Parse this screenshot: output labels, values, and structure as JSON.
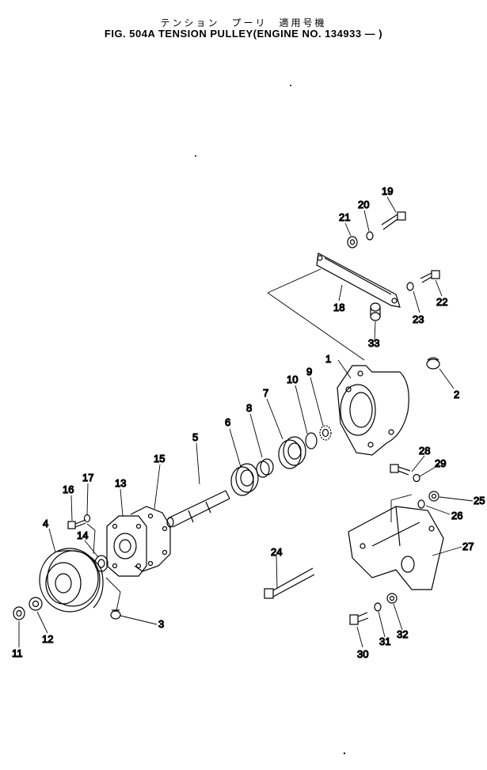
{
  "title_jp": "テンション　プーリ　適用号機",
  "title_en": "FIG. 504A  TENSION PULLEY(ENGINE NO. 134933 — )",
  "callouts": [
    "1",
    "2",
    "3",
    "4",
    "5",
    "6",
    "7",
    "8",
    "9",
    "10",
    "11",
    "12",
    "13",
    "14",
    "15",
    "16",
    "17",
    "18",
    "19",
    "20",
    "21",
    "22",
    "23",
    "24",
    "25",
    "26",
    "27",
    "28",
    "29",
    "30",
    "31",
    "32",
    "33"
  ]
}
